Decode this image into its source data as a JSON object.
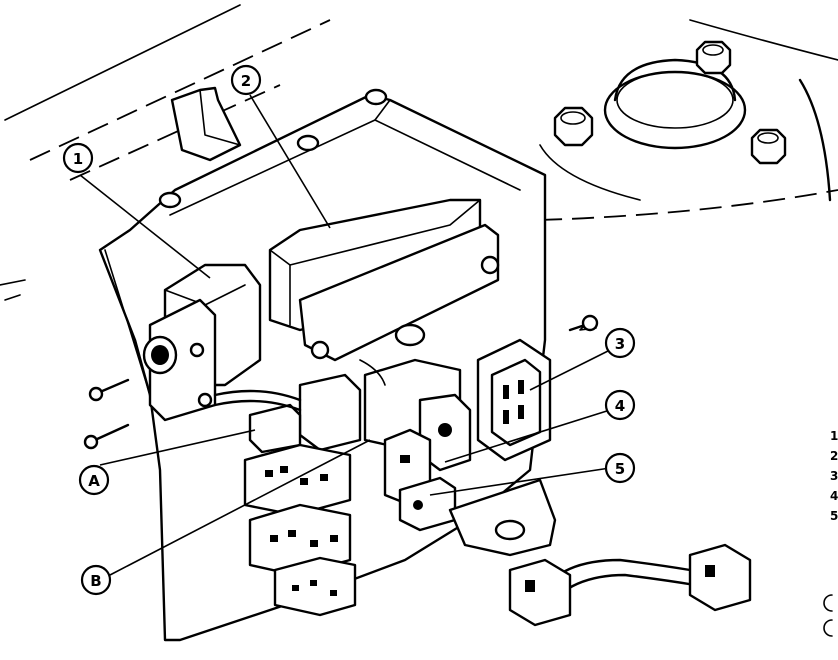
{
  "callouts": {
    "c1": "1",
    "c2": "2",
    "c3": "3",
    "c4": "4",
    "c5": "5",
    "cA": "A",
    "cB": "B"
  },
  "side_fragments": [
    "1",
    "2",
    "3",
    "4",
    "5"
  ]
}
